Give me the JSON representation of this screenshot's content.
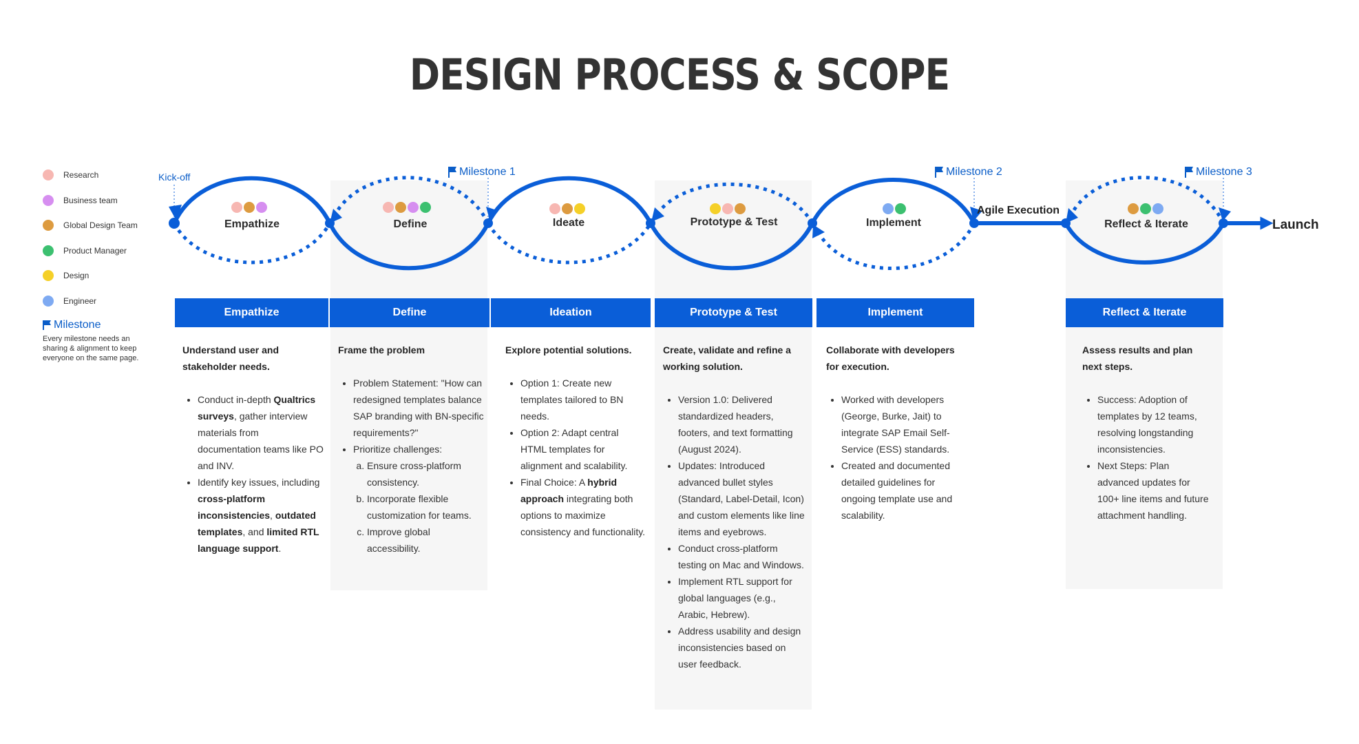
{
  "title": "DESIGN PROCESS & SCOPE",
  "legend": {
    "items": [
      {
        "label": "Research",
        "color": "#f7b7b2"
      },
      {
        "label": "Business team",
        "color": "#d68ef0"
      },
      {
        "label": "Global Design Team",
        "color": "#dd9b40"
      },
      {
        "label": "Product Manager",
        "color": "#3cc070"
      },
      {
        "label": "Design",
        "color": "#f5d028"
      },
      {
        "label": "Engineer",
        "color": "#7eaaf2"
      }
    ],
    "milestone_label": "Milestone",
    "milestone_note": "Every milestone needs an sharing & alignment to keep everyone on the same page."
  },
  "flow": {
    "kickoff": "Kick-off",
    "milestones": [
      "Milestone 1",
      "Milestone 2",
      "Milestone 3"
    ],
    "agile": "Agile Execution",
    "launch": "Launch",
    "stages": [
      {
        "label": "Empathize",
        "dots": [
          "#f7b7b2",
          "#dd9b40",
          "#d68ef0"
        ]
      },
      {
        "label": "Define",
        "dots": [
          "#f7b7b2",
          "#dd9b40",
          "#d68ef0",
          "#3cc070"
        ]
      },
      {
        "label": "Ideate",
        "dots": [
          "#f7b7b2",
          "#dd9b40",
          "#f5d028"
        ]
      },
      {
        "label": "Prototype & Test",
        "dots": [
          "#f5d028",
          "#f7b7b2",
          "#dd9b40"
        ]
      },
      {
        "label": "Implement",
        "dots": [
          "#7eaaf2",
          "#3cc070"
        ]
      },
      {
        "label": "Reflect & Iterate",
        "dots": [
          "#dd9b40",
          "#3cc070",
          "#7eaaf2"
        ]
      }
    ],
    "accent": "#0a5ed8"
  },
  "columns": {
    "headers": [
      "Empathize",
      "Define",
      "Ideation",
      "Prototype & Test",
      "Implement",
      "Reflect & Iterate"
    ],
    "empathize": {
      "lead": "Understand user and stakeholder needs.",
      "b1_pre": "Conduct in-depth ",
      "b1_bold": "Qualtrics surveys",
      "b1_post": ", gather interview materials from documentation teams like PO and INV.",
      "b2_pre": "Identify key issues, including ",
      "b2_bold1": "cross-platform inconsistencies",
      "b2_sep1": ", ",
      "b2_bold2": "outdated templates",
      "b2_sep2": ", and ",
      "b2_bold3": "limited RTL language support",
      "b2_end": "."
    },
    "define": {
      "lead": "Frame the problem",
      "b1": "Problem Statement: \"How can redesigned templates balance SAP branding with BN-specific requirements?\"",
      "b2": "Prioritize challenges:",
      "sub": [
        "Ensure cross-platform consistency.",
        "Incorporate flexible customization for teams.",
        "Improve global accessibility."
      ]
    },
    "ideation": {
      "lead": "Explore potential solutions.",
      "b1": "Option 1: Create new templates tailored to BN needs.",
      "b2": "Option 2: Adapt central HTML templates for alignment and scalability.",
      "b3_pre": "Final Choice: A ",
      "b3_bold": "hybrid approach",
      "b3_post": " integrating both options to maximize consistency and functionality."
    },
    "prototype": {
      "lead": "Create, validate and refine a working solution.",
      "bullets": [
        "Version 1.0: Delivered standardized headers, footers, and text formatting (August 2024).",
        "Updates: Introduced advanced bullet styles (Standard, Label-Detail, Icon) and custom elements like line items and eyebrows.",
        "Conduct cross-platform testing on Mac and Windows.",
        "Implement RTL support for global languages (e.g., Arabic, Hebrew).",
        "Address usability and design inconsistencies based on user feedback."
      ]
    },
    "implement": {
      "lead": "Collaborate with developers for execution.",
      "bullets": [
        "Worked with developers (George, Burke, Jait) to integrate SAP Email Self-Service (ESS) standards.",
        "Created and documented detailed guidelines for ongoing template use and scalability."
      ]
    },
    "reflect": {
      "lead": "Assess results and plan next steps.",
      "bullets": [
        "Success: Adoption of templates by 12 teams, resolving longstanding inconsistencies.",
        "Next Steps: Plan advanced updates for 100+ line items and future attachment handling."
      ]
    }
  }
}
